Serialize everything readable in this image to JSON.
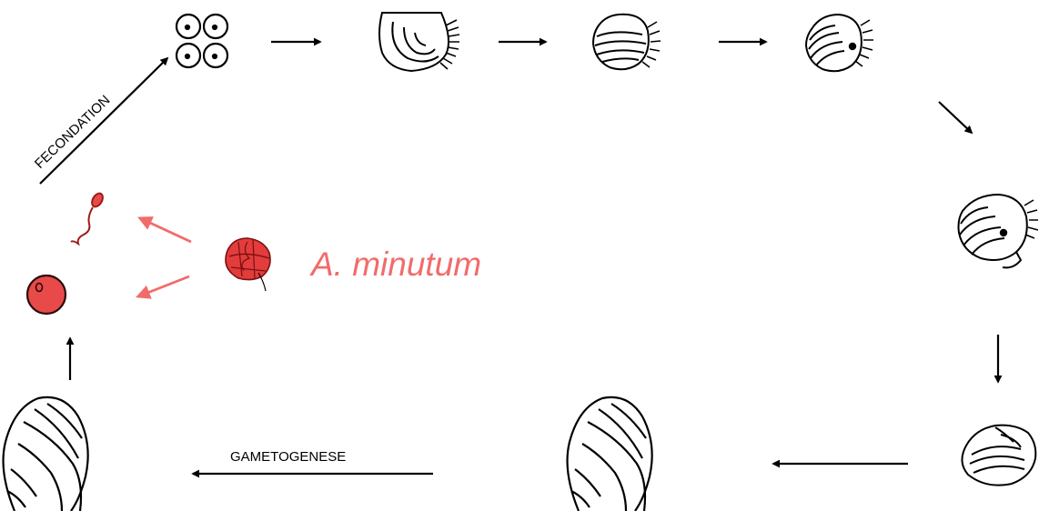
{
  "labels": {
    "fecondation": "FECONDATION",
    "gametogenese": "GAMETOGENESE",
    "species": "A. minutum"
  },
  "colors": {
    "ink": "#000000",
    "accent": "#f26b6b",
    "gamete": "#e84a4a",
    "gamete_dark": "#9e1b1b",
    "dino": "#e23c3c",
    "dino_line": "#7a1010"
  },
  "stages": [
    "four-cell-embryo-icon",
    "d-larva-icon",
    "umbo-larva-icon",
    "eyed-larva-icon",
    "pediveliger-icon",
    "spat-icon",
    "adult-mussel-icon"
  ]
}
